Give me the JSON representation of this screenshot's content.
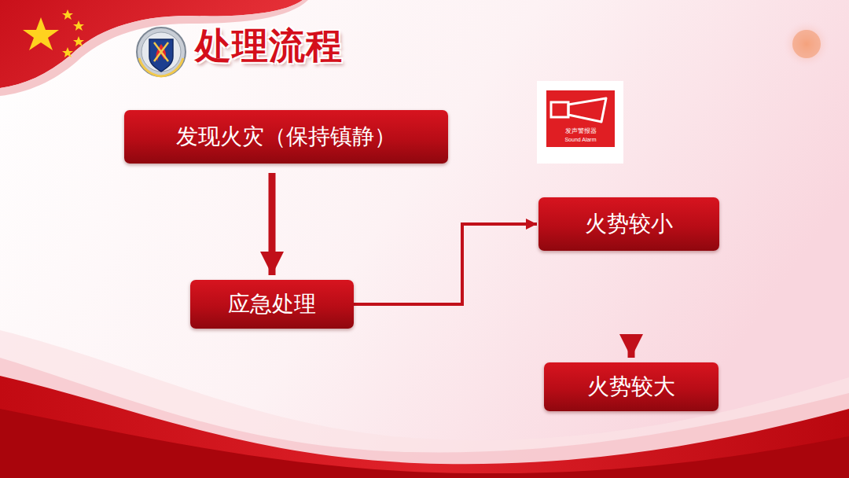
{
  "diagram": {
    "title": "处理流程",
    "nodes": [
      {
        "text": [
          "发现火灾（保持镇静）"
        ]
      },
      {
        "text": [
          "应急处理"
        ]
      },
      {
        "text": [
          "火势较小"
        ]
      },
      {
        "text": [
          "火势较大"
        ]
      }
    ],
    "edges": [
      {
        "from": 0,
        "to": 1,
        "arrow": "to"
      },
      {
        "from": 1,
        "to": 2,
        "arrow": "to"
      },
      {
        "from": 1,
        "to": 3,
        "arrow": "to"
      }
    ],
    "labels": [
      "发声警报器",
      "Sound Alarm"
    ]
  }
}
